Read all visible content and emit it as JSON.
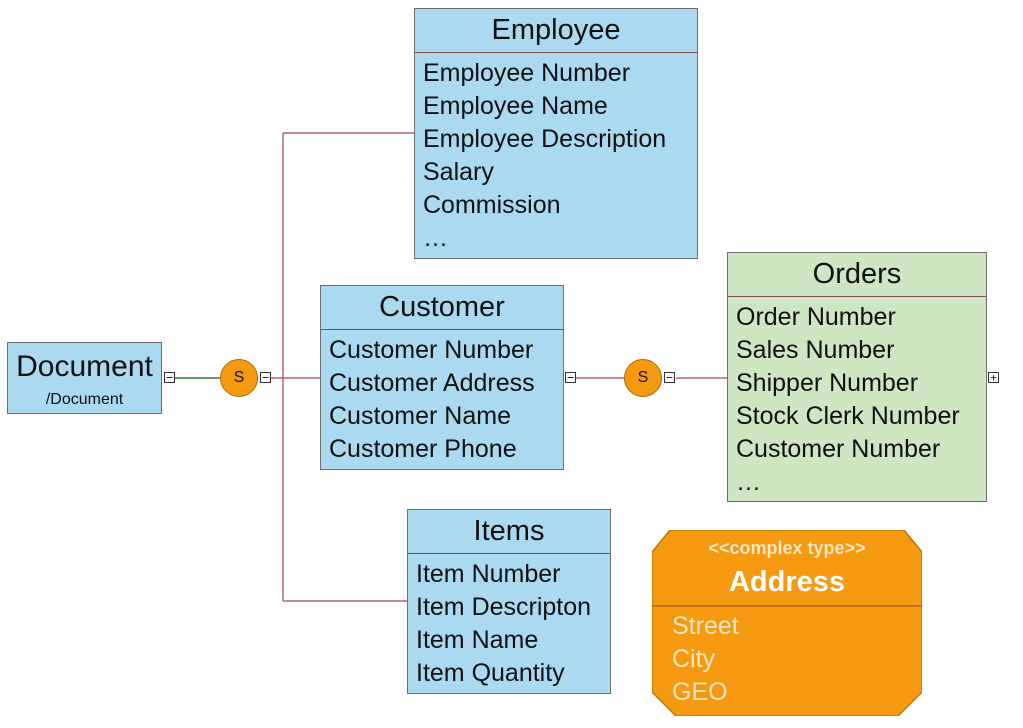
{
  "document_node": {
    "title": "Document",
    "path": "/Document"
  },
  "sequence_symbol": "S",
  "toggle": {
    "collapse": "−",
    "expand": "+"
  },
  "employee": {
    "title": "Employee",
    "fields": [
      "Employee Number",
      "Employee Name",
      "Employee Description",
      "Salary",
      "Commission",
      "…"
    ]
  },
  "customer": {
    "title": "Customer",
    "fields": [
      "Customer Number",
      "Customer Address",
      "Customer Name",
      "Customer Phone"
    ]
  },
  "items": {
    "title": "Items",
    "fields": [
      "Item Number",
      "Item Descripton",
      "Item Name",
      "Item Quantity"
    ]
  },
  "orders": {
    "title": "Orders",
    "fields": [
      "Order Number",
      "Sales Number",
      "Shipper Number",
      "Stock Clerk Number",
      "Customer Number",
      "…"
    ]
  },
  "complex_type": {
    "stereotype": "<<complex type>>",
    "title": "Address",
    "fields": [
      "Street",
      "City",
      "GEO"
    ]
  },
  "colors": {
    "entity_fill": "#aad9f0",
    "orders_fill": "#cfe6c2",
    "sequence_fill": "#f59a10",
    "complex_type_fill": "#f59a10",
    "connector": "#a04848",
    "document_link": "#2e7d32"
  }
}
